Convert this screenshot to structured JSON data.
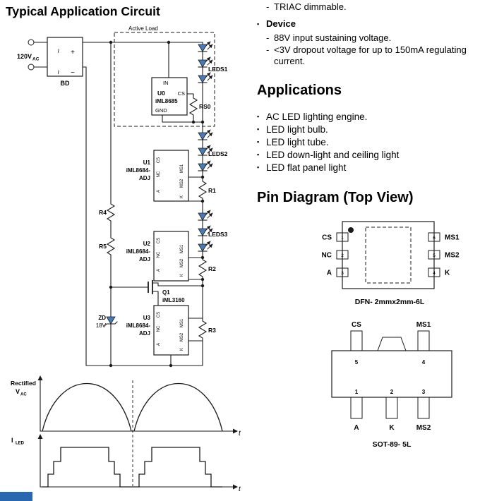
{
  "title": "Typical Application Circuit",
  "colors": {
    "led": "#4a79b8",
    "footer_box": "#2a67b1"
  },
  "features": {
    "dash": "-",
    "bullet": "▪",
    "triac_item": "TRIAC dimmable.",
    "device_heading": "Device",
    "device_items": [
      "88V input sustaining voltage.",
      "<3V dropout voltage for up to 150mA regulating current."
    ]
  },
  "applications": {
    "heading": "Applications",
    "bullet": "▪",
    "items": [
      "AC LED lighting engine.",
      "LED light bulb.",
      "LED light tube.",
      "LED down-light and ceiling light",
      "LED flat panel light"
    ]
  },
  "pin_diagram": {
    "heading": "Pin Diagram (Top View)",
    "dfn": {
      "left_labels": [
        "CS",
        "NC",
        "A"
      ],
      "left_nums": [
        "1",
        "2",
        "3"
      ],
      "right_nums": [
        "6",
        "5",
        "4"
      ],
      "right_labels": [
        "MS1",
        "MS2",
        "K"
      ],
      "caption": "DFN- 2mmx2mm-6L"
    },
    "sot": {
      "top_labels": [
        "CS",
        "MS1"
      ],
      "top_nums": [
        "5",
        "4"
      ],
      "bottom_nums": [
        "1",
        "2",
        "3"
      ],
      "bottom_labels": [
        "A",
        "K",
        "MS2"
      ],
      "caption": "SOT-89- 5L"
    }
  },
  "circuit": {
    "vac": "120V",
    "vac_sub": "AC",
    "bd": "BD",
    "bridge_top_sym": "~",
    "bridge_plus": "+",
    "bridge_bot_sym": "~",
    "bridge_minus": "−",
    "active_load": "Active Load",
    "leds1": "LEDS1",
    "leds2": "LEDS2",
    "leds3": "LEDS3",
    "u0_ref": "U0",
    "u0_part": "iML8685",
    "pin_in": "IN",
    "pin_cs": "CS",
    "pin_gnd": "GND",
    "pin_nc": "NC",
    "pin_a": "A",
    "pin_ms1": "MS1",
    "pin_ms2": "MS2",
    "pin_k": "K",
    "rs0": "RS0",
    "u1_ref": "U1",
    "u2_ref": "U2",
    "u3_ref": "U3",
    "reg_part1": "iML8684-",
    "reg_part2": "ADJ",
    "r1": "R1",
    "r2": "R2",
    "r3": "R3",
    "r4": "R4",
    "r5": "R5",
    "q1_ref": "Q1",
    "q1_part": "iML3160",
    "zd_ref": "ZD",
    "zd_val": "18V"
  },
  "waveforms": {
    "rectified": "Rectified",
    "v": "V",
    "v_sub": "AC",
    "i": "I",
    "i_sub": "LED",
    "t": "t"
  }
}
